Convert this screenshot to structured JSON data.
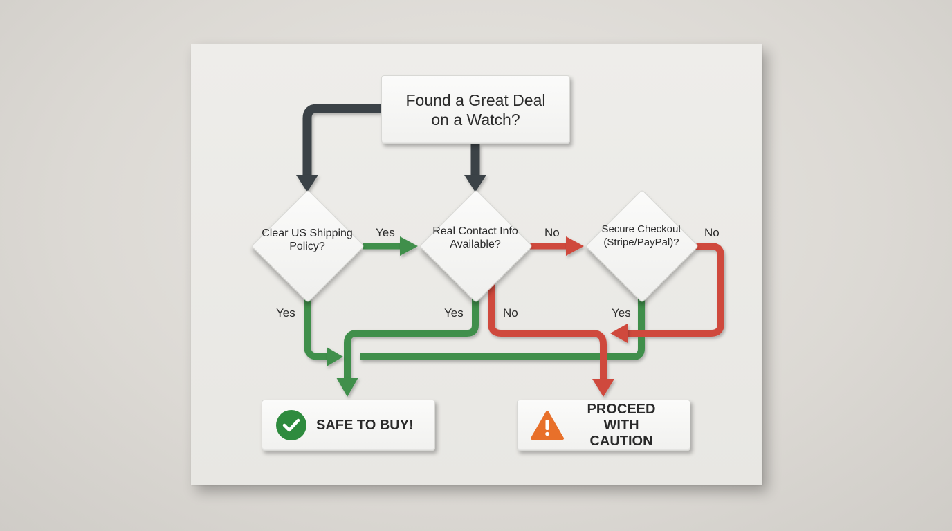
{
  "start": {
    "label": "Found a Great Deal on a Watch?"
  },
  "decisions": [
    {
      "id": "shipping",
      "label": "Clear US Shipping Policy?"
    },
    {
      "id": "contact",
      "label": "Real Contact Info Available?"
    },
    {
      "id": "checkout",
      "label": "Secure Checkout (Stripe/PayPal)?"
    }
  ],
  "edges": {
    "shipping_yes_right": "Yes",
    "shipping_yes_down": "Yes",
    "contact_no_right": "No",
    "contact_yes_down": "Yes",
    "contact_no_down": "No",
    "checkout_no": "No",
    "checkout_yes": "Yes"
  },
  "outcomes": {
    "safe": {
      "label": "SAFE TO BUY!",
      "icon": "check-circle-icon",
      "color": "#2e8b3e"
    },
    "caution": {
      "label": "PROCEED WITH CAUTION",
      "icon": "warning-triangle-icon",
      "color": "#e8702a"
    }
  },
  "colors": {
    "start_arrow": "#3a4246",
    "yes_arrow": "#3f8f4c",
    "no_arrow": "#cf4a3e"
  }
}
